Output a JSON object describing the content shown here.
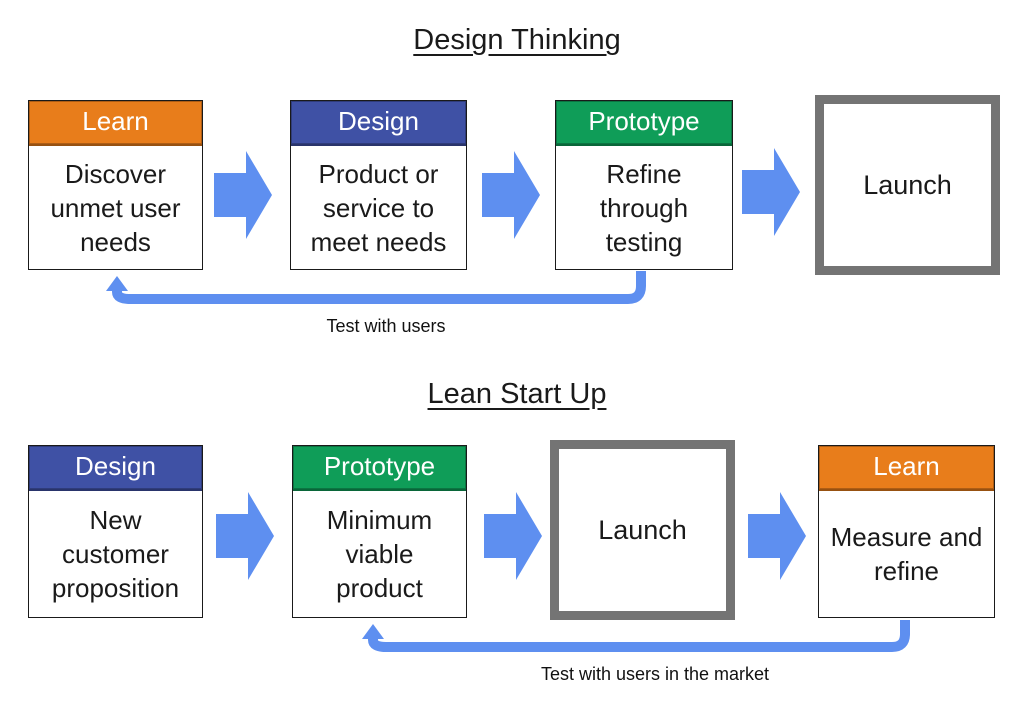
{
  "palette": {
    "orange": "#E87D1B",
    "indigo": "#3F51A5",
    "green": "#0F9D58",
    "arrow_blue": "#5E8FF0",
    "gray": "#747474",
    "text": "#1A1A1A",
    "background": "#FFFFFF"
  },
  "sections": [
    {
      "title": "Design Thinking",
      "boxes": [
        {
          "header": "Learn",
          "color": "orange",
          "body": "Discover unmet user needs"
        },
        {
          "header": "Design",
          "color": "indigo",
          "body": "Product or service to meet needs"
        },
        {
          "header": "Prototype",
          "color": "green",
          "body": "Refine through testing"
        },
        {
          "type": "launch",
          "label": "Launch"
        }
      ],
      "feedback_label": "Test with users"
    },
    {
      "title": "Lean Start Up",
      "boxes": [
        {
          "header": "Design",
          "color": "indigo",
          "body": "New customer proposition"
        },
        {
          "header": "Prototype",
          "color": "green",
          "body": "Minimum viable product"
        },
        {
          "type": "launch",
          "label": "Launch"
        },
        {
          "header": "Learn",
          "color": "orange",
          "body": "Measure and refine"
        }
      ],
      "feedback_label": "Test with users in the market"
    }
  ]
}
